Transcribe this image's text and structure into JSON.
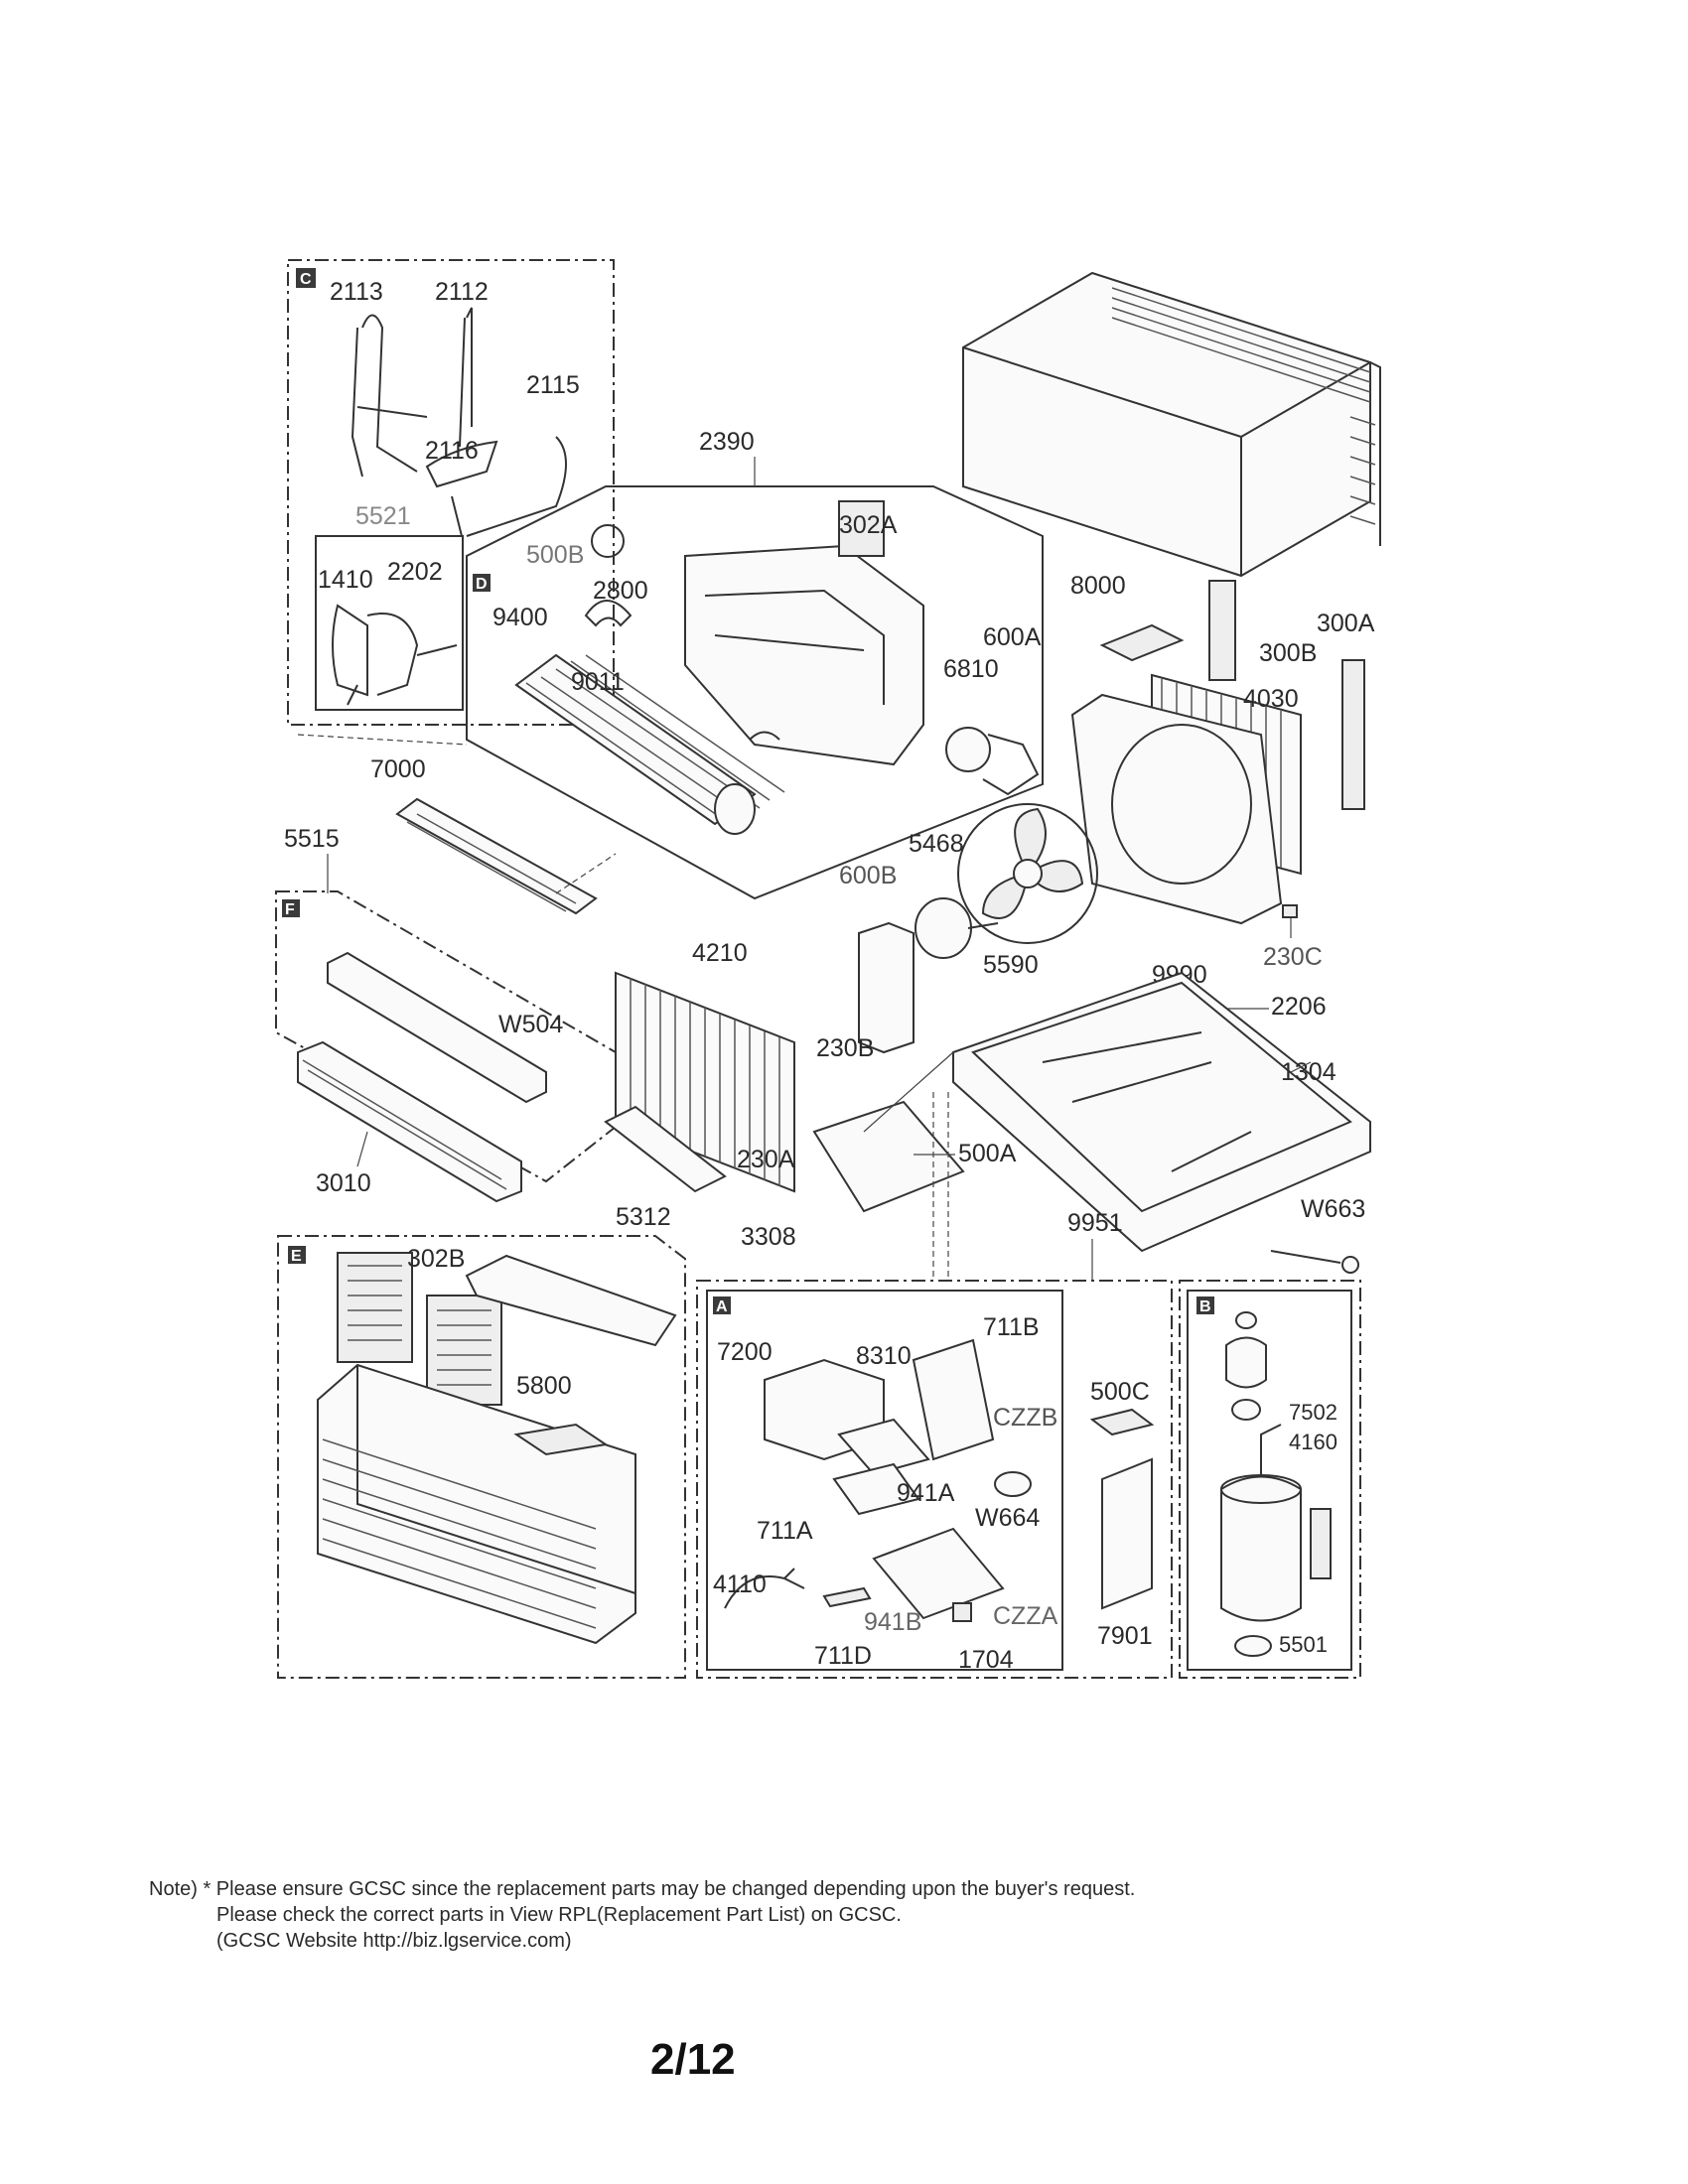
{
  "sections": [
    {
      "id": "C",
      "letter": "C"
    },
    {
      "id": "D",
      "letter": "D"
    },
    {
      "id": "F",
      "letter": "F"
    },
    {
      "id": "E",
      "letter": "E"
    },
    {
      "id": "A",
      "letter": "A"
    },
    {
      "id": "B",
      "letter": "B"
    }
  ],
  "part_labels": {
    "p2113": "2113",
    "p2112": "2112",
    "p2115": "2115",
    "p2116": "2116",
    "p5521": "5521",
    "p1410": "1410",
    "p2202": "2202",
    "p2390": "2390",
    "p302A": "302A",
    "p500B": "500B",
    "p2800": "2800",
    "p9400": "9400",
    "p600A": "600A",
    "p6810": "6810",
    "p9011": "9011",
    "p8000": "8000",
    "p300A": "300A",
    "p300B": "300B",
    "p4030": "4030",
    "p7000": "7000",
    "p5515": "5515",
    "p5468": "5468",
    "p600B": "600B",
    "p4210": "4210",
    "p5590": "5590",
    "p9990": "9990",
    "p230C": "230C",
    "p2206": "2206",
    "p1304": "1304",
    "pW504": "W504",
    "p230B": "230B",
    "p3010": "3010",
    "p230A": "230A",
    "p500A": "500A",
    "p5312": "5312",
    "p3308": "3308",
    "p9951": "9951",
    "pW663": "W663",
    "p302B": "302B",
    "p711B": "711B",
    "p7200": "7200",
    "p8310": "8310",
    "p500C": "500C",
    "p5800": "5800",
    "pCZZB": "CZZB",
    "p7502": "7502",
    "p4160": "4160",
    "p941A": "941A",
    "p711A": "711A",
    "pW664": "W664",
    "p4110": "4110",
    "p941B": "941B",
    "pCZZA": "CZZA",
    "p7901": "7901",
    "p711D": "711D",
    "p1704": "1704",
    "p5501": "5501"
  },
  "note": {
    "line1": "Note) * Please ensure GCSC since the replacement parts may be changed depending upon the buyer's request.",
    "line2": "Please check  the correct parts in View RPL(Replacement Part List) on GCSC.",
    "line3": "(GCSC Website  http://biz.lgservice.com)"
  },
  "page_number": "2/12"
}
